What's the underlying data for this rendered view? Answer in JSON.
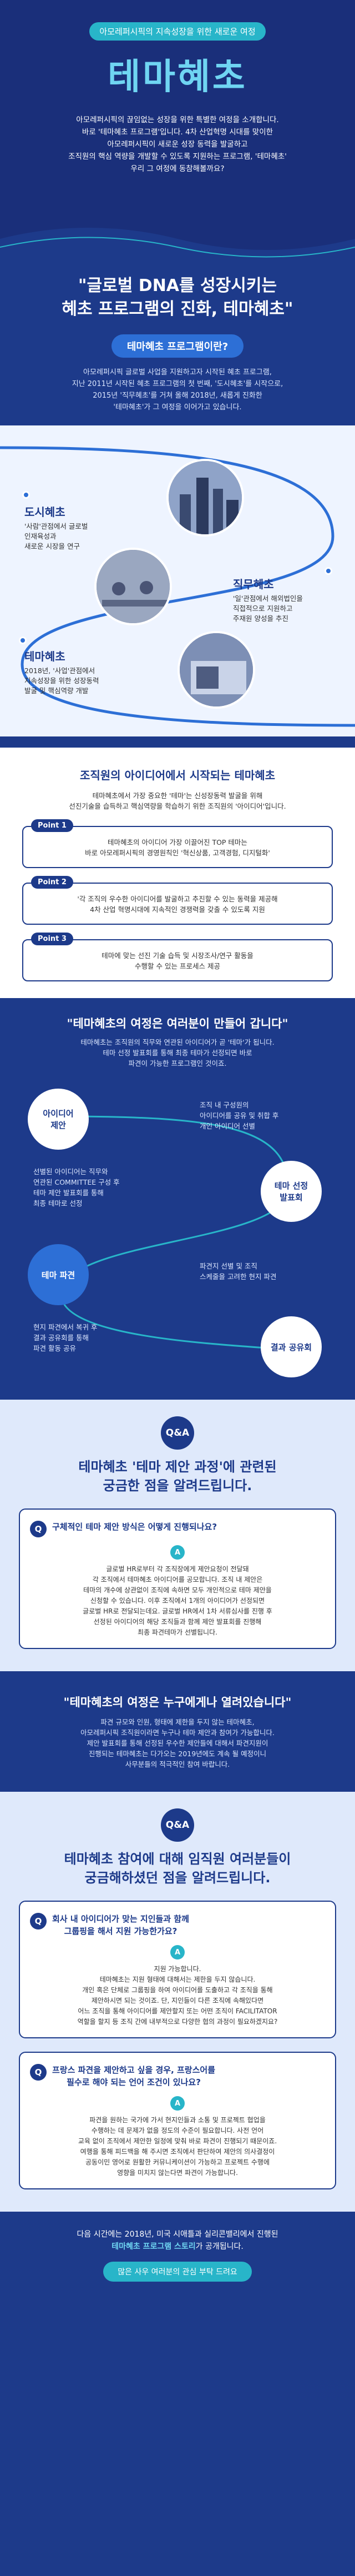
{
  "hero": {
    "pill": "아모레퍼시픽의 지속성장을 위한 새로운 여정",
    "title": "테마혜초",
    "intro_1": "아모레퍼시픽의 끊임없는 성장을 위한 특별한 여정을 소개합니다.",
    "intro_2": "바로 '테마혜초 프로그램'입니다. 4차 산업혁명 시대를 맞이한",
    "intro_3": "아모레퍼시픽이 새로운 성장 동력을 발굴하고",
    "intro_4": "조직원의 핵심 역량을 개발할 수 있도록 지원하는 프로그램, '테마혜초'",
    "intro_5": "우리 그 여정에 동참해볼까요?"
  },
  "dna": {
    "quote_1": "\"글로벌 DNA를 성장시키는",
    "quote_2": "혜초 프로그램의 진화, 테마혜초\"",
    "pill": "테마혜초 프로그램이란?",
    "desc_1": "아모레퍼시픽 글로벌 사업을 지원하고자 시작된 혜초 프로그램,",
    "desc_2": "지난 2011년 시작된 혜초 프로그램의 첫 번째, '도시혜초'를 시작으로,",
    "desc_3": "2015년 '직무혜초'를 거쳐 올해 2018년, 새롭게 진화한",
    "desc_4": "'테마혜초'가 그 여정을 이어가고 있습니다."
  },
  "timeline": [
    {
      "title": "도시혜초",
      "d1": "'사람'관점에서 글로벌",
      "d2": "인재육성과",
      "d3": "새로운 시장을 연구"
    },
    {
      "title": "직무혜초",
      "d1": "'일'관점에서 해외법인을",
      "d2": "직접적으로 지원하고",
      "d3": "주재원 양성을 추진"
    },
    {
      "title": "테마혜초",
      "d1": "2018년, '사업'관점에서",
      "d2": "지속성장을 위한 성장동력",
      "d3": "발굴 및 핵심역량 개발"
    }
  ],
  "idea": {
    "head": "조직원의 아이디어에서 시작되는 테마혜초",
    "desc_1": "테마혜초에서 가장 중요한 '테마'는 신성장동력 발굴을 위해",
    "desc_2": "선진기술을 습득하고 핵심역량을 학습하기 위한 조직원의 '아이디어'입니다.",
    "points": [
      {
        "tag": "Point 1",
        "l1": "테마혜초의 아이디어 가장 이끌어진 TOP 테마는",
        "l2": "바로 아모레퍼시픽의 경영원칙인 '혁신상품, 고객경험, 디지털화'"
      },
      {
        "tag": "Point 2",
        "l1": "'각 조직의 우수한 아이디어를 발굴하고 추진할 수 있는 동력을 제공해",
        "l2": "4차 산업 혁명시대에 지속적인 경쟁력을 갖출 수 있도록 지원"
      },
      {
        "tag": "Point 3",
        "l1": "테마에 맞는 선진 기술 습득 및 시장조사/연구 활동을",
        "l2": "수행할 수 있는 프로세스 제공"
      }
    ]
  },
  "journey": {
    "quote": "\"테마혜초의 여정은 여러분이 만들어 갑니다\"",
    "desc_1": "테마혜초는 조직원의 직무와 연관된 아이디어가 곧 '테마'가 됩니다.",
    "desc_2": "테마 선정 발표회를 통해 최종 테마가 선정되면 바로",
    "desc_3": "파견이 가능한 프로그램인 것이죠.",
    "steps": [
      {
        "label_1": "아이디어",
        "label_2": "제안",
        "t1": "조직 내 구성원의",
        "t2": "아이디어를 공유 및 취합 후",
        "t3": "개인 아이디어 선별"
      },
      {
        "label_1": "테마 선정",
        "label_2": "발표회",
        "t1": "선별된 아이디어는 직무와",
        "t2": "연관된 COMMITTEE 구성 후",
        "t3": "테마 제안 발표회를 통해",
        "t4": "최종 테마로 선정"
      },
      {
        "label_1": "테마 파견",
        "label_2": "",
        "t1": "파견지 선별 및 조직",
        "t2": "스케줄을 고려한 현지 파견"
      },
      {
        "label_1": "결과 공유회",
        "label_2": "",
        "t1": "현지 파견에서 복귀 후",
        "t2": "결과 공유회를 통해",
        "t3": "파견 활동 공유"
      }
    ]
  },
  "qa1": {
    "badge": "Q&A",
    "title_1": "테마혜초 '테마 제안 과정'에 관련된",
    "title_2": "궁금한 점을 알려드립니다.",
    "q": "구체적인 테마 제안 방식은 어떻게 진행되나요?",
    "a_badge": "A",
    "a_1": "글로벌 HR로부터 각 조직장에게 제안요청이 전달돼",
    "a_2": "각 조직에서 테마혜초 아이디어를 공모합니다. 조직 내 제안은",
    "a_3": "테마의 개수에 상관없이 조직에 속하면 모두 개인적으로 테마 제안을",
    "a_4": "신청할 수 있습니다. 이후 조직에서 1개의 아이디어가 선정되면",
    "a_5": "글로벌 HR로 전달되는데요. 글로벌 HR에서 1차 서류심사를 진행 후",
    "a_6": "선정된 아이디어의 해당 조직들과 함께 제안 발표회를 진행해",
    "a_7": "최종 파견테마가 선별됩니다."
  },
  "open": {
    "quote": "\"테마혜초의 여정은 누구에게나 열려있습니다\"",
    "desc_1": "파견 규모와 인원, 형태에 제한을 두지 않는 테마혜초,",
    "desc_2": "아모레퍼시픽 조직원이라면 누구나 테마 제안과 참여가 가능합니다.",
    "desc_3": "제안 발표회를 통해 선정된 우수한 제안들에 대해서 파견지원이",
    "desc_4": "진행되는 테마혜초는 다가오는 2019년에도 계속 될 예정이니",
    "desc_5": "사무분들의 적극적인 참여 바랍니다."
  },
  "qa2": {
    "badge": "Q&A",
    "title_1": "테마혜초 참여에 대해 임직원 여러분들이",
    "title_2": "궁금해하셨던 점을 알려드립니다.",
    "items": [
      {
        "q_1": "회사 내 아이디어가 맞는 지인들과 함께",
        "q_2": "그룹핑을 해서 지원 가능한가요?",
        "a_1": "지원 가능합니다.",
        "a_2": "테마혜초는 지원 형태에 대해서는 제한을 두지 않습니다.",
        "a_3": "개인 혹은 단체로 그룹핑을 하여 아이디어를 도출하고 각 조직을 통해",
        "a_4": "제안하시면 되는 것이죠. 단, 지인들이 다른 조직에 속해있다면",
        "a_5": "어느 조직을 통해 아이디어를 제안할지 또는 어떤 조직이 FACILITATOR",
        "a_6": "역할을 할지 등 조직 간에 내부적으로 다양한 협의 과정이 필요하겠지요?"
      },
      {
        "q_1": "프랑스 파견을 제안하고 싶을 경우, 프랑스어를",
        "q_2": "필수로 해야 되는 언어 조건이 있나요?",
        "a_1": "파견을 원하는 국가에 가서 현지인들과 소통 및 프로젝트 협업을",
        "a_2": "수행하는 데 문제가 없을 정도의 수준이 필요합니다. 사전 언어",
        "a_3": "교육 없이 조직에서 제안한 일정에 맞춰 바로 파견이 진행되기 때문이죠.",
        "a_4": "여행을 통해 피드백을 해 주시면 조직에서 판단하여 제안의 의사결정이",
        "a_5": "공동이민 영어로 원활한 커뮤니케이션이 가능하고 프로젝트 수행에",
        "a_6": "영향을 미치지 않는다면 파견이 가능합니다."
      }
    ]
  },
  "footer": {
    "line_1": "다음 시간에는 2018년, 미국 시애틀과 실리콘밸리에서 진행된",
    "line_2": "테마혜초 프로그램 스토리",
    "line_2b": "가 공개됩니다.",
    "button": "많은 사우 여러분의 관심 부탁 드려요"
  }
}
